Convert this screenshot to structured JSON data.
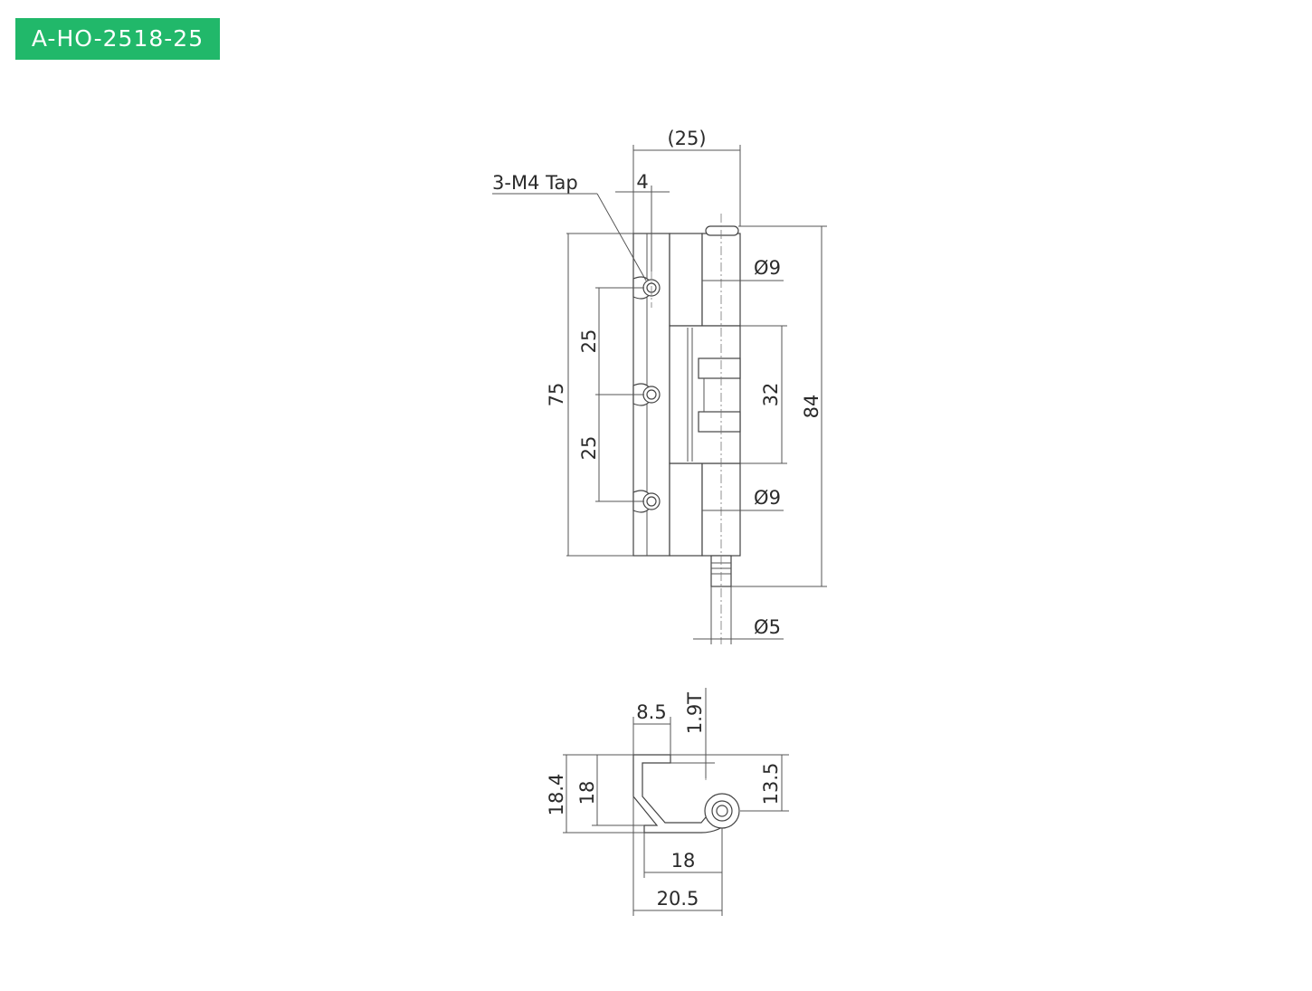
{
  "title": "A-HO-2518-25",
  "front_view": {
    "top_width": "(25)",
    "tap_label": "3-M4 Tap",
    "tap_offset": "4",
    "height_plate": "75",
    "pitch_upper": "25",
    "pitch_lower": "25",
    "knuckle_gap": "32",
    "overall_height": "84",
    "pin_dia_upper": "Ø9",
    "pin_dia_lower": "Ø9",
    "pin_end_dia": "Ø5"
  },
  "side_view": {
    "flange_width": "8.5",
    "thickness": "1.9T",
    "height_outer": "18.4",
    "height_inner": "18",
    "pin_height": "13.5",
    "base_width_inner": "18",
    "base_width_outer": "20.5"
  }
}
